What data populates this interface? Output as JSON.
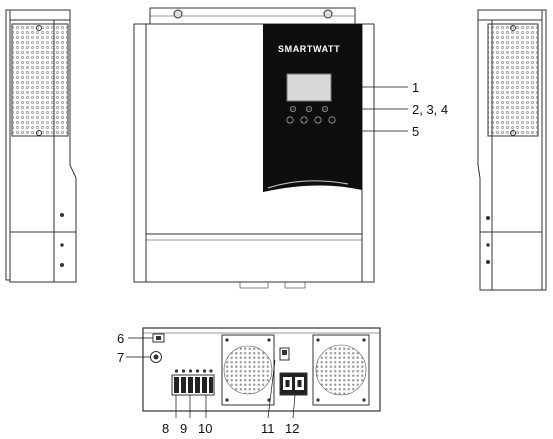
{
  "brand": "SMARTWATT",
  "colors": {
    "outline": "#333333",
    "panel": "#0d0d0d",
    "lcd": "#d8d8d8",
    "background": "#ffffff"
  },
  "callouts": {
    "c1": "1",
    "c2": "2, 3, 4",
    "c5": "5",
    "c6": "6",
    "c7": "7",
    "c8": "8",
    "c9": "9",
    "c10": "10",
    "c11": "11",
    "c12": "12"
  }
}
